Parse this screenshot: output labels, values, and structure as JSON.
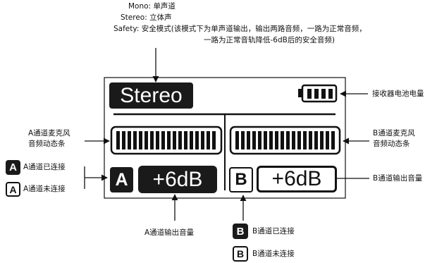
{
  "legend": {
    "mono": "Mono: 单声道",
    "stereo": "Stereo: 立体声",
    "safety_line1": "Safety: 安全模式(该模式下为单声道输出，输出两路音频，一路为正常音频，",
    "safety_line2": "一路为正常音轨降低-6dB后的安全音频)"
  },
  "display": {
    "mode": "Stereo",
    "channel_a": {
      "letter": "A",
      "volume": "+6dB",
      "connected": true
    },
    "channel_b": {
      "letter": "B",
      "volume": "+6dB",
      "connected": false
    }
  },
  "callouts": {
    "battery": "接收器电池电量",
    "a_meter_line1": "A通道麦克风",
    "a_meter_line2": "音频动态条",
    "b_meter_line1": "B通道麦克风",
    "b_meter_line2": "音频动态条",
    "a_connected_letter": "A",
    "a_connected": "A通道已连接",
    "a_disconnected_letter": "A",
    "a_disconnected": "A通道未连接",
    "b_output_volume": "B通道输出音量",
    "a_output_volume": "A通道输出音量",
    "b_connected_letter": "B",
    "b_connected": "B通道已连接",
    "b_disconnected_letter": "B",
    "b_disconnected": "B通道未连接"
  }
}
